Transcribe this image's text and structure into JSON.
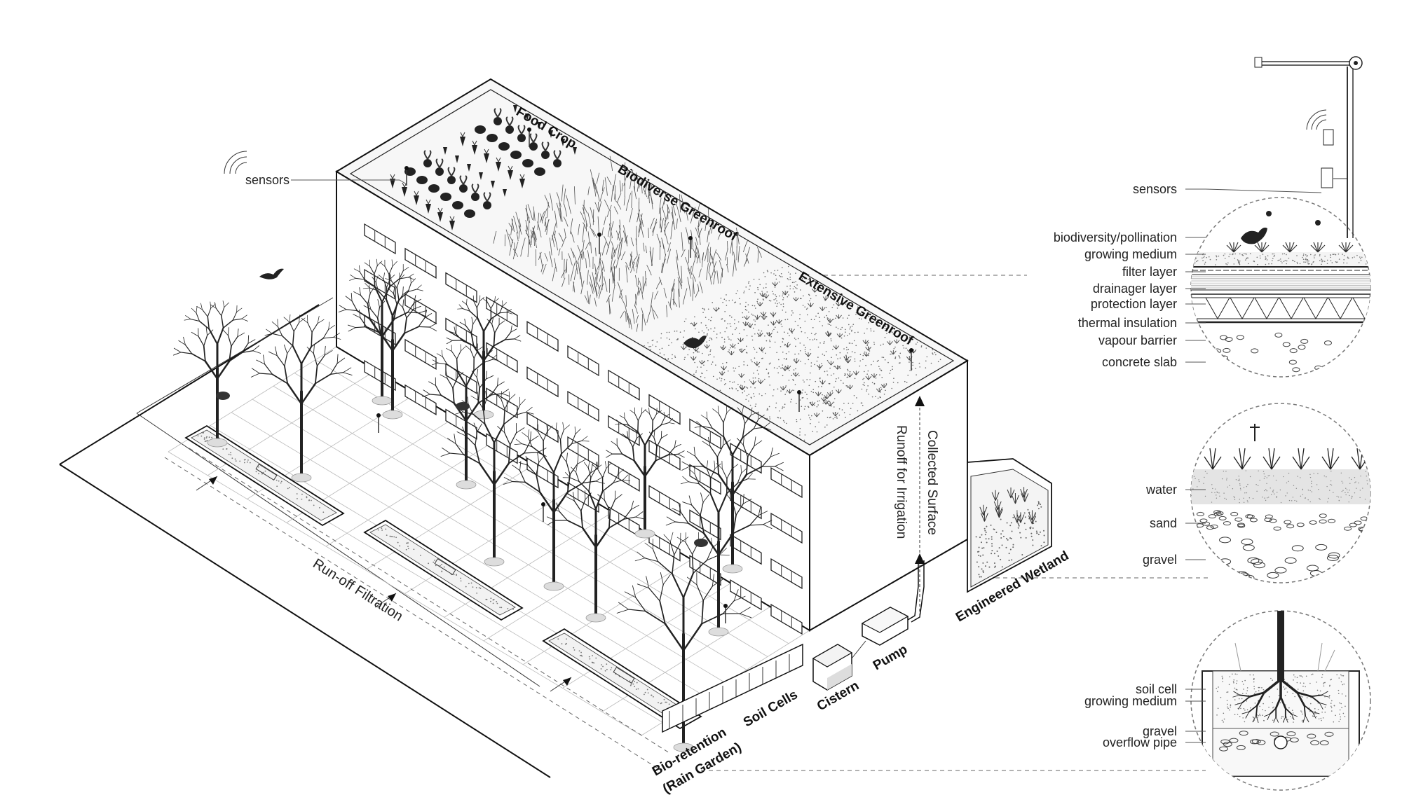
{
  "labels": {
    "sensors_left": "sensors",
    "food_crop": "Food Crop",
    "biodiverse_greenroof": "Biodiverse Greenroof",
    "extensive_greenroof": "Extensive Greenroof",
    "runoff_filtration": "Run-off Filtration",
    "collected_surface": "Collected Surface",
    "runoff_irrigation": "Runoff for Irrigation",
    "engineered_wetland": "Engineered Wetland",
    "pump": "Pump",
    "cistern": "Cistern",
    "soil_cells": "Soil Cells",
    "bio_retention_1": "Bio-retention",
    "bio_retention_2": "(Rain Garden)"
  },
  "roof_section": {
    "layers": [
      "sensors",
      "biodiversity/pollination",
      "growing medium",
      "filter layer",
      "drainager layer",
      "protection layer",
      "thermal insulation",
      "vapour barrier",
      "concrete slab"
    ]
  },
  "wetland_section": {
    "layers": [
      "water",
      "sand",
      "gravel"
    ]
  },
  "soil_section": {
    "layers": [
      "soil cell",
      "growing medium",
      "gravel",
      "overflow pipe"
    ]
  },
  "icons": [
    "wifi-icon",
    "bird-icon",
    "tree-icon",
    "carrot-icon",
    "tomato-icon",
    "beet-icon",
    "sensor-flag-icon",
    "dragonfly-icon",
    "bee-icon",
    "weather-station-icon"
  ]
}
